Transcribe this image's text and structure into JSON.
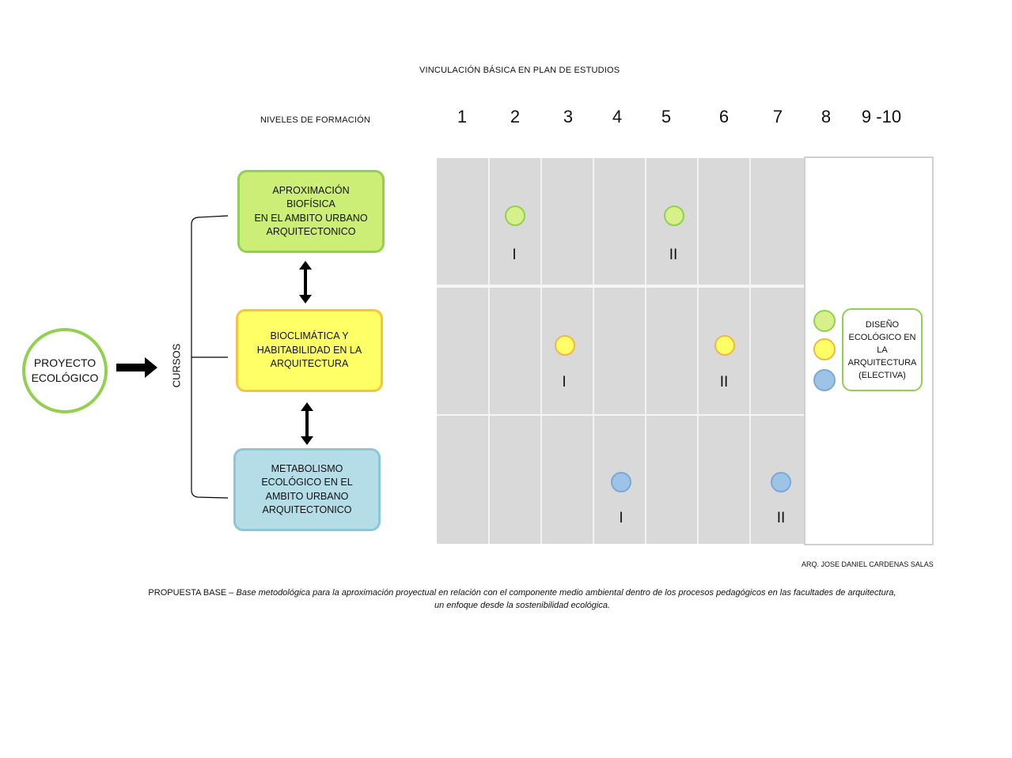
{
  "header": {
    "title": "VINCULACIÓN BÁSICA EN PLAN DE ESTUDIOS",
    "levels_label": "NIVELES DE FORMACIÓN",
    "levels": [
      "1",
      "2",
      "3",
      "4",
      "5",
      "6",
      "7",
      "8",
      "9 -10"
    ]
  },
  "root": {
    "line1": "PROYECTO",
    "line2": "ECOLÓGICO",
    "color": "#92d050"
  },
  "cursos_label": "CURSOS",
  "courses": [
    {
      "lines": [
        "APROXIMACIÓN BIOFÍSICA",
        "EN EL AMBITO URBANO",
        "ARQUITECTONICO"
      ],
      "fill": "#ccee77",
      "border": "#92d050"
    },
    {
      "lines": [
        "BIOCLIMÁTICA Y",
        "HABITABILIDAD EN LA",
        "ARQUITECTURA"
      ],
      "fill": "#ffff66",
      "border": "#f5c542"
    },
    {
      "lines": [
        "METABOLISMO",
        "ECOLÓGICO EN EL",
        "AMBITO URBANO",
        "ARQUITECTONICO"
      ],
      "fill": "#b4dde8",
      "border": "#8cc7d8"
    }
  ],
  "markers": [
    {
      "course": 0,
      "level": "2",
      "label": "I"
    },
    {
      "course": 0,
      "level": "5",
      "label": "II"
    },
    {
      "course": 1,
      "level": "3",
      "label": "I"
    },
    {
      "course": 1,
      "level": "6",
      "label": "II"
    },
    {
      "course": 2,
      "level": "4",
      "label": "I"
    },
    {
      "course": 2,
      "level": "7",
      "label": "II"
    }
  ],
  "elective": {
    "lines": [
      "DISEÑO",
      "ECOLÓGICO EN",
      "LA",
      "ARQUITECTURA",
      "(ELECTIVA)"
    ],
    "border": "#92d050"
  },
  "credit": "ARQ. JOSE DANIEL CARDENAS SALAS",
  "caption": {
    "lead": "PROPUESTA  BASE – ",
    "italic1": "Base metodológica para la aproximación proyectual en relación con el componente medio ambiental dentro de los procesos pedagógicos en las facultades de arquitectura,",
    "italic2": "un enfoque desde la sostenibilidad ecológica."
  }
}
